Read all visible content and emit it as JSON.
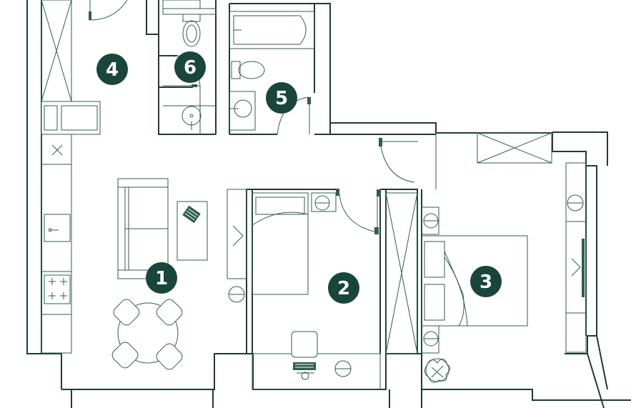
{
  "colors": {
    "badge": "#18463b",
    "badge_text": "#ffffff",
    "wall": "#1f3b33",
    "line": "#2f5e4f"
  },
  "rooms": [
    {
      "id": "living-kitchen",
      "label": "1"
    },
    {
      "id": "bedroom-small",
      "label": "2"
    },
    {
      "id": "bedroom-master",
      "label": "3"
    },
    {
      "id": "hallway",
      "label": "4"
    },
    {
      "id": "bathroom",
      "label": "5"
    },
    {
      "id": "toilet",
      "label": "6"
    }
  ]
}
